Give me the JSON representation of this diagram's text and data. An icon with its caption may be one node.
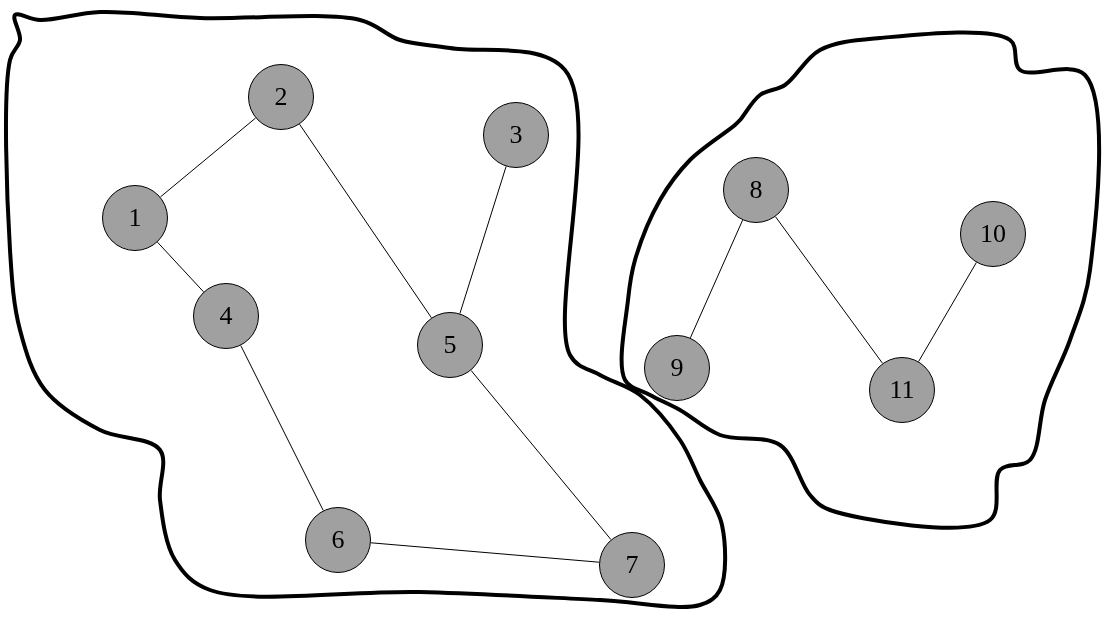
{
  "diagram": {
    "nodes": [
      {
        "text": [],
        "shape": "blob"
      },
      {
        "text": [
          "1"
        ],
        "in": 0
      },
      {
        "text": [
          "2"
        ],
        "in": 0
      },
      {
        "text": [
          "3"
        ],
        "in": 0
      },
      {
        "text": [
          "4"
        ],
        "in": 0
      },
      {
        "text": [
          "5"
        ],
        "in": 0
      },
      {
        "text": [
          "6"
        ],
        "in": 0
      },
      {
        "text": [
          "7"
        ],
        "in": 0
      },
      {
        "text": [],
        "shape": "blob"
      },
      {
        "text": [
          "8"
        ],
        "in": 8
      },
      {
        "text": [
          "9"
        ],
        "in": 8
      },
      {
        "text": [
          "10"
        ],
        "in": 8
      },
      {
        "text": [
          "11"
        ],
        "in": 8
      }
    ],
    "edges": [
      {
        "from": 1,
        "to": 2,
        "arrow": "none"
      },
      {
        "from": 1,
        "to": 4,
        "arrow": "none"
      },
      {
        "from": 2,
        "to": 5,
        "arrow": "none"
      },
      {
        "from": 3,
        "to": 5,
        "arrow": "none"
      },
      {
        "from": 4,
        "to": 6,
        "arrow": "none"
      },
      {
        "from": 5,
        "to": 7,
        "arrow": "none"
      },
      {
        "from": 6,
        "to": 7,
        "arrow": "none"
      },
      {
        "from": 9,
        "to": 10,
        "arrow": "none"
      },
      {
        "from": 9,
        "to": 12,
        "arrow": "none"
      },
      {
        "from": 11,
        "to": 12,
        "arrow": "none"
      }
    ]
  }
}
